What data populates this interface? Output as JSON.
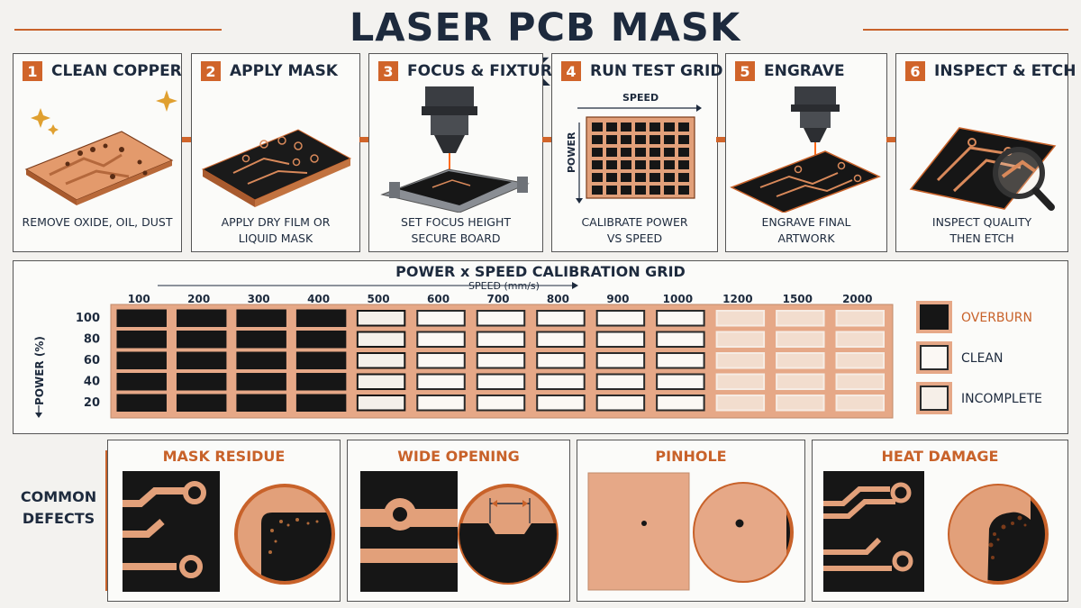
{
  "title": "LASER PCB MASK WORKFLOW",
  "colors": {
    "copper": "#d9895a",
    "accent": "#c8622a",
    "dark": "#1d2a3d",
    "mask": "#141414"
  },
  "steps": [
    {
      "num": "1",
      "title": "CLEAN COPPER",
      "desc": "REMOVE OXIDE, OIL, DUST"
    },
    {
      "num": "2",
      "title": "APPLY MASK",
      "desc": "APPLY DRY FILM OR\nLIQUID MASK"
    },
    {
      "num": "3",
      "title": "FOCUS & FIXTURE",
      "desc": "SET FOCUS HEIGHT\nSECURE BOARD"
    },
    {
      "num": "4",
      "title": "RUN TEST GRID",
      "desc": "CALIBRATE POWER\nVS SPEED",
      "speed_label": "SPEED",
      "power_label": "POWER"
    },
    {
      "num": "5",
      "title": "ENGRAVE",
      "desc": "ENGRAVE FINAL\nARTWORK"
    },
    {
      "num": "6",
      "title": "INSPECT & ETCH",
      "desc": "INSPECT QUALITY\nTHEN ETCH"
    }
  ],
  "calibration": {
    "title": "POWER x SPEED CALIBRATION GRID",
    "speed_axis_label": "SPEED (mm/s)",
    "power_axis_label": "POWER (%)",
    "speeds": [
      "100",
      "200",
      "300",
      "400",
      "500",
      "600",
      "700",
      "800",
      "900",
      "1000",
      "1200",
      "1500",
      "2000"
    ],
    "powers": [
      "100",
      "80",
      "60",
      "40",
      "20"
    ],
    "legend": [
      {
        "label": "OVERBURN",
        "state": "overburn",
        "color": "#c8622a"
      },
      {
        "label": "CLEAN",
        "state": "clean",
        "color": "#1d2a3d"
      },
      {
        "label": "INCOMPLETE",
        "state": "incomplete",
        "color": "#1d2a3d"
      }
    ],
    "cell_states_by_column": [
      "overburn",
      "overburn",
      "overburn",
      "overburn",
      "partial",
      "clean",
      "clean",
      "clean",
      "clean",
      "clean",
      "incomplete",
      "incomplete",
      "incomplete"
    ]
  },
  "defects": {
    "label": "COMMON\nDEFECTS",
    "items": [
      {
        "title": "MASK RESIDUE"
      },
      {
        "title": "WIDE OPENING"
      },
      {
        "title": "PINHOLE"
      },
      {
        "title": "HEAT DAMAGE"
      }
    ]
  }
}
